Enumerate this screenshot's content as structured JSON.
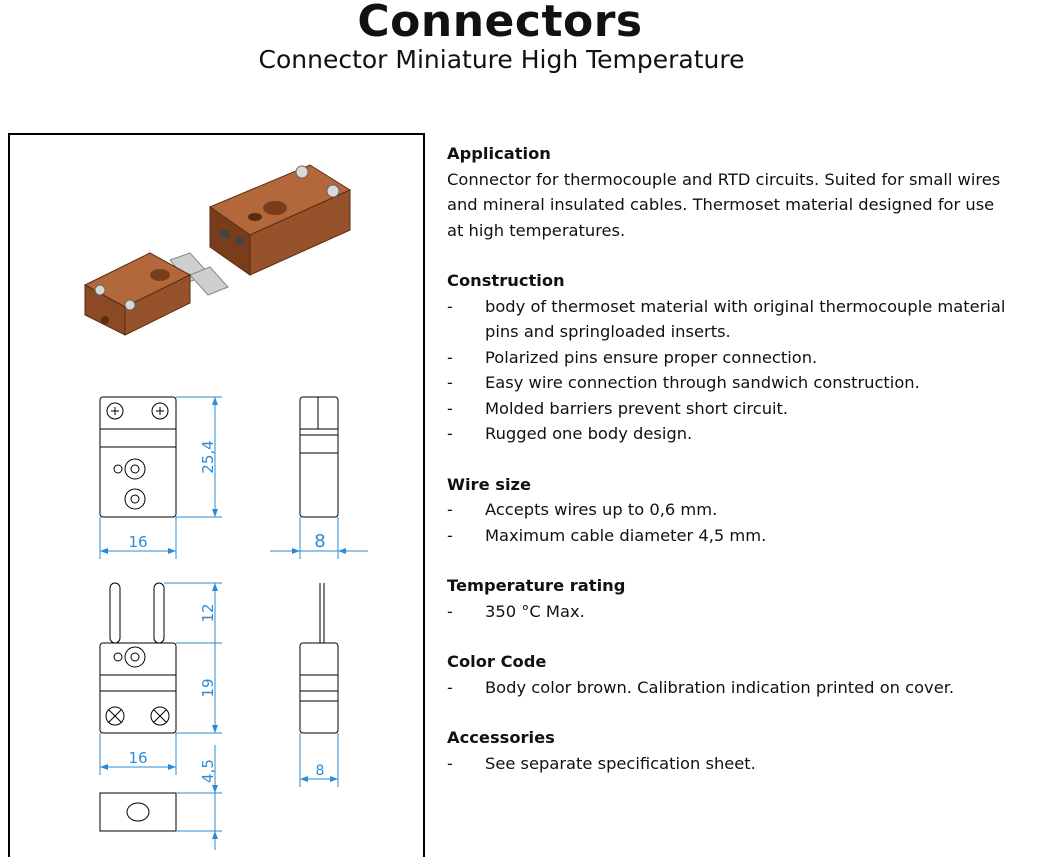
{
  "header": {
    "title": "Connectors",
    "subtitle": "Connector Miniature High Temperature"
  },
  "figure": {
    "dims": {
      "height_top": "25,4",
      "width_top": "16",
      "depth_top": "8",
      "pin_len": "12",
      "height_bottom": "19",
      "width_bottom": "16",
      "depth_bottom": "8",
      "end_height": "4,5"
    },
    "colors": {
      "body": "#8b4a24",
      "dimension": "#2e8bd6"
    }
  },
  "sections": {
    "application": {
      "heading": "Application",
      "lines": [
        "Connector for thermocouple and RTD circuits. Suited for small wires",
        "and mineral insulated cables. Thermoset material designed for use",
        "at high temperatures."
      ]
    },
    "construction": {
      "heading": "Construction",
      "items": [
        "body of thermoset material with original thermocouple material",
        "Polarized pins ensure proper connection.",
        "Easy wire connection through sandwich construction.",
        "Molded barriers prevent short circuit.",
        "Rugged one body design."
      ],
      "item0_cont": "pins and springloaded inserts."
    },
    "wire_size": {
      "heading": "Wire size",
      "items": [
        "Accepts wires up to 0,6 mm.",
        "Maximum cable diameter 4,5 mm."
      ]
    },
    "temperature": {
      "heading": "Temperature rating",
      "items": [
        "350 °C Max."
      ]
    },
    "color_code": {
      "heading": "Color Code",
      "items": [
        "Body color brown. Calibration indication printed on cover."
      ]
    },
    "accessories": {
      "heading": "Accessories",
      "items": [
        "See separate specification sheet."
      ]
    },
    "dash": "-"
  }
}
